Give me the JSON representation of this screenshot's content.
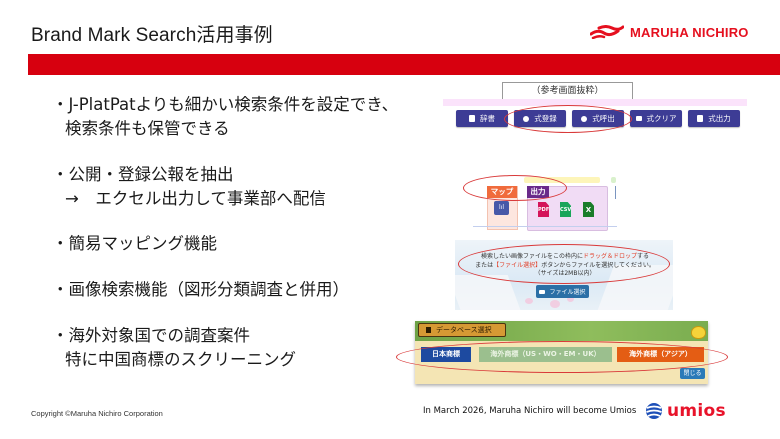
{
  "header": {
    "title": "Brand Mark Search活用事例",
    "logo_text": "MARUHA NICHIRO",
    "accent_color": "#d7000f"
  },
  "bullets": [
    {
      "line1": "・J-PlatPatよりも細かい検索条件を設定でき、",
      "line2": "検索条件も保管できる"
    },
    {
      "line1": "・公開・登録公報を抽出",
      "line2": "→　エクセル出力して事業部へ配信"
    },
    {
      "line1": "・簡易マッピング機能"
    },
    {
      "line1": "・画像検索機能（図形分類調査と併用）"
    },
    {
      "line1": "・海外対象国での調査案件",
      "line2": "特に中国商標のスクリーニング"
    }
  ],
  "panel_search_formula": {
    "caption": "（参考画面抜粋）",
    "buttons": [
      {
        "label": "辞書",
        "icon": "book-icon"
      },
      {
        "label": "式登録",
        "icon": "plus-circle-icon"
      },
      {
        "label": "式呼出",
        "icon": "plus-circle-icon"
      },
      {
        "label": "式クリア",
        "icon": "eraser-icon"
      },
      {
        "label": "式出力",
        "icon": "document-icon"
      }
    ]
  },
  "panel_output": {
    "map_tab": "マップ",
    "map_icon_label": "lıl",
    "output_tab": "出力",
    "files": [
      {
        "label": "PDF",
        "color": "#d4145a"
      },
      {
        "label": "CSV",
        "color": "#1aa55a"
      },
      {
        "label": "X",
        "color": "#1a7d2a"
      }
    ]
  },
  "panel_image_search": {
    "line1_a": "検索したい画像ファイルをこの枠内に",
    "line1_red": "ドラッグ＆ドロップ",
    "line1_b": "する",
    "line2_a": "または",
    "line2_red": "【ファイル選択】",
    "line2_b": "ボタンからファイルを選択してください。",
    "line3": "（サイズは2MB以内）",
    "button_label": "ファイル選択"
  },
  "panel_database": {
    "select_label": "データベース選択",
    "tabs": [
      {
        "label": "日本商標"
      },
      {
        "label": "海外商標（US・WO・EM・UK）"
      },
      {
        "label": "海外商標（アジア）"
      }
    ],
    "close_label": "閉じる"
  },
  "footer": {
    "copyright": "Copyright ©Maruha Nichiro Corporation",
    "note": "In March 2026, Maruha Nichiro will become Umios",
    "brand": "umios"
  }
}
